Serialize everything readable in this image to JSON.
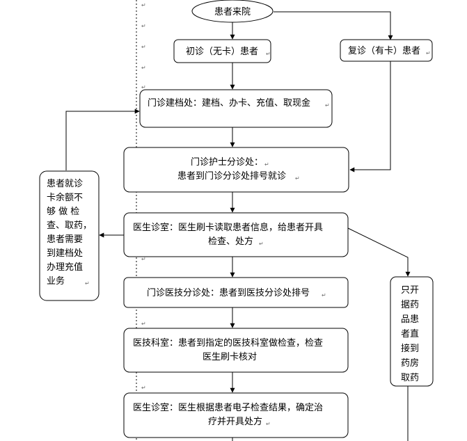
{
  "nodes": {
    "start": "患者来院",
    "first_visit": "初诊（无卡）患者",
    "return_visit": "复诊（有卡）患者",
    "registration": "门诊建档处：建档、办卡、充值、取现金",
    "triage_title": "门诊护士分诊处：",
    "triage_body": "患者到门诊分诊处排号就诊",
    "doctor1_line1": "医生诊室：医生刷卡读取患者信息，给患者开具",
    "doctor1_line2": "检查、处方",
    "tech_triage": "门诊医技分诊处：患者到医技分诊处排号",
    "tech_dept_line1": "医技科室：患者到指定的医技科室做检查，检查",
    "tech_dept_line2": "医生刷卡核对",
    "doctor2_line1": "医生诊室：医生根据患者电子检查结果，确定治",
    "doctor2_line2": "疗并开具处方",
    "insufficient_lines": [
      "患者就诊",
      "卡余额不",
      "够 做 检",
      "查、取药，",
      "患者需要",
      "到建档处",
      "办理充值",
      "业务"
    ],
    "pharmacy_lines": [
      "只开",
      "据药",
      "品患",
      "者直",
      "接到",
      "药房",
      "取药"
    ]
  },
  "marks": {
    "paragraph": "↵"
  }
}
